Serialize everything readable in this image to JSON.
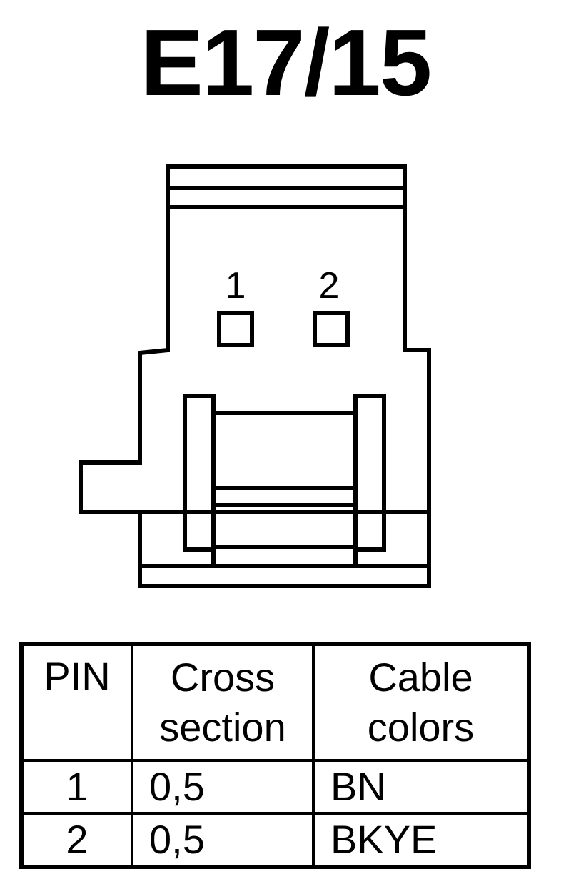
{
  "title": "E17/15",
  "connector": {
    "pin_labels": [
      "1",
      "2"
    ]
  },
  "table": {
    "headers": {
      "pin": "PIN",
      "cross_section": [
        "Cross",
        "section"
      ],
      "cable_colors": [
        "Cable",
        "colors"
      ]
    },
    "rows": [
      {
        "pin": "1",
        "cross_section": "0,5",
        "cable_color": "BN"
      },
      {
        "pin": "2",
        "cross_section": "0,5",
        "cable_color": "BKYE"
      }
    ]
  }
}
